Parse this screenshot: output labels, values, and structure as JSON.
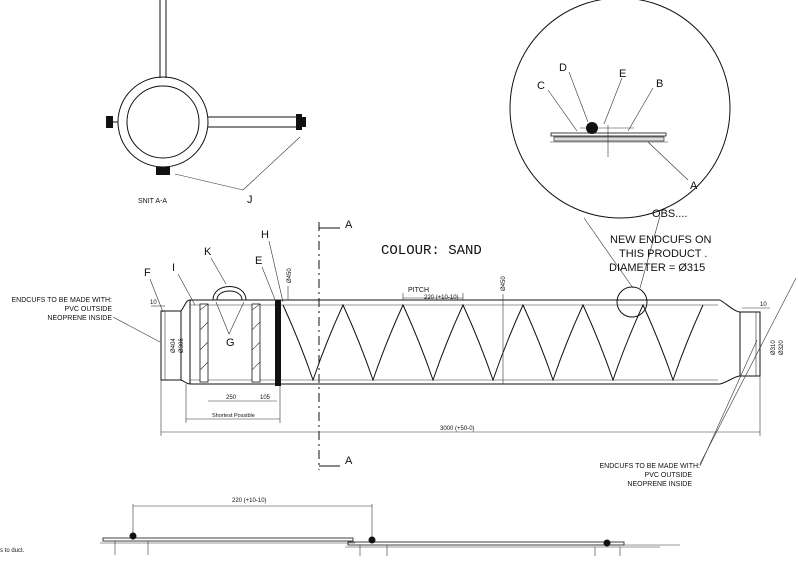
{
  "labels": {
    "a": "A",
    "b": "B",
    "c": "C",
    "d": "D",
    "e": "E",
    "f": "F",
    "g": "G",
    "h": "H",
    "i": "I",
    "j": "J",
    "k": "K"
  },
  "section_label": "SNIT A-A",
  "colour_note": "COLOUR: SAND",
  "obs": {
    "title": "OBS....",
    "line1": "NEW ENDCUFS ON",
    "line2": "THIS PRODUCT .",
    "line3": "DIAMETER = Ø315"
  },
  "endcufs_left": [
    "ENDCUFS TO BE MADE WITH:",
    "PVC OUTSIDE",
    "NEOPRENE INSIDE"
  ],
  "endcufs_right": [
    "ENDCUFS TO BE MADE WITH:",
    "PVC OUTSIDE",
    "NEOPRENE INSIDE"
  ],
  "dims": {
    "pitch": "PITCH",
    "pitch_value": "220 (+10-10)",
    "total_length": "3000 (+50-0)",
    "shortest": "Shortest Possible",
    "d250": "250",
    "d105": "105",
    "d10_left": "10",
    "d10_right": "10",
    "dia404": "Ø404",
    "dia306": "Ø306",
    "dia450": "Ø450",
    "dia450b": "Ø450",
    "dia310": "Ø310",
    "dia320": "Ø320",
    "bottom_pitch": "220 (+10-10)"
  },
  "footer_fragment": "s to duct."
}
